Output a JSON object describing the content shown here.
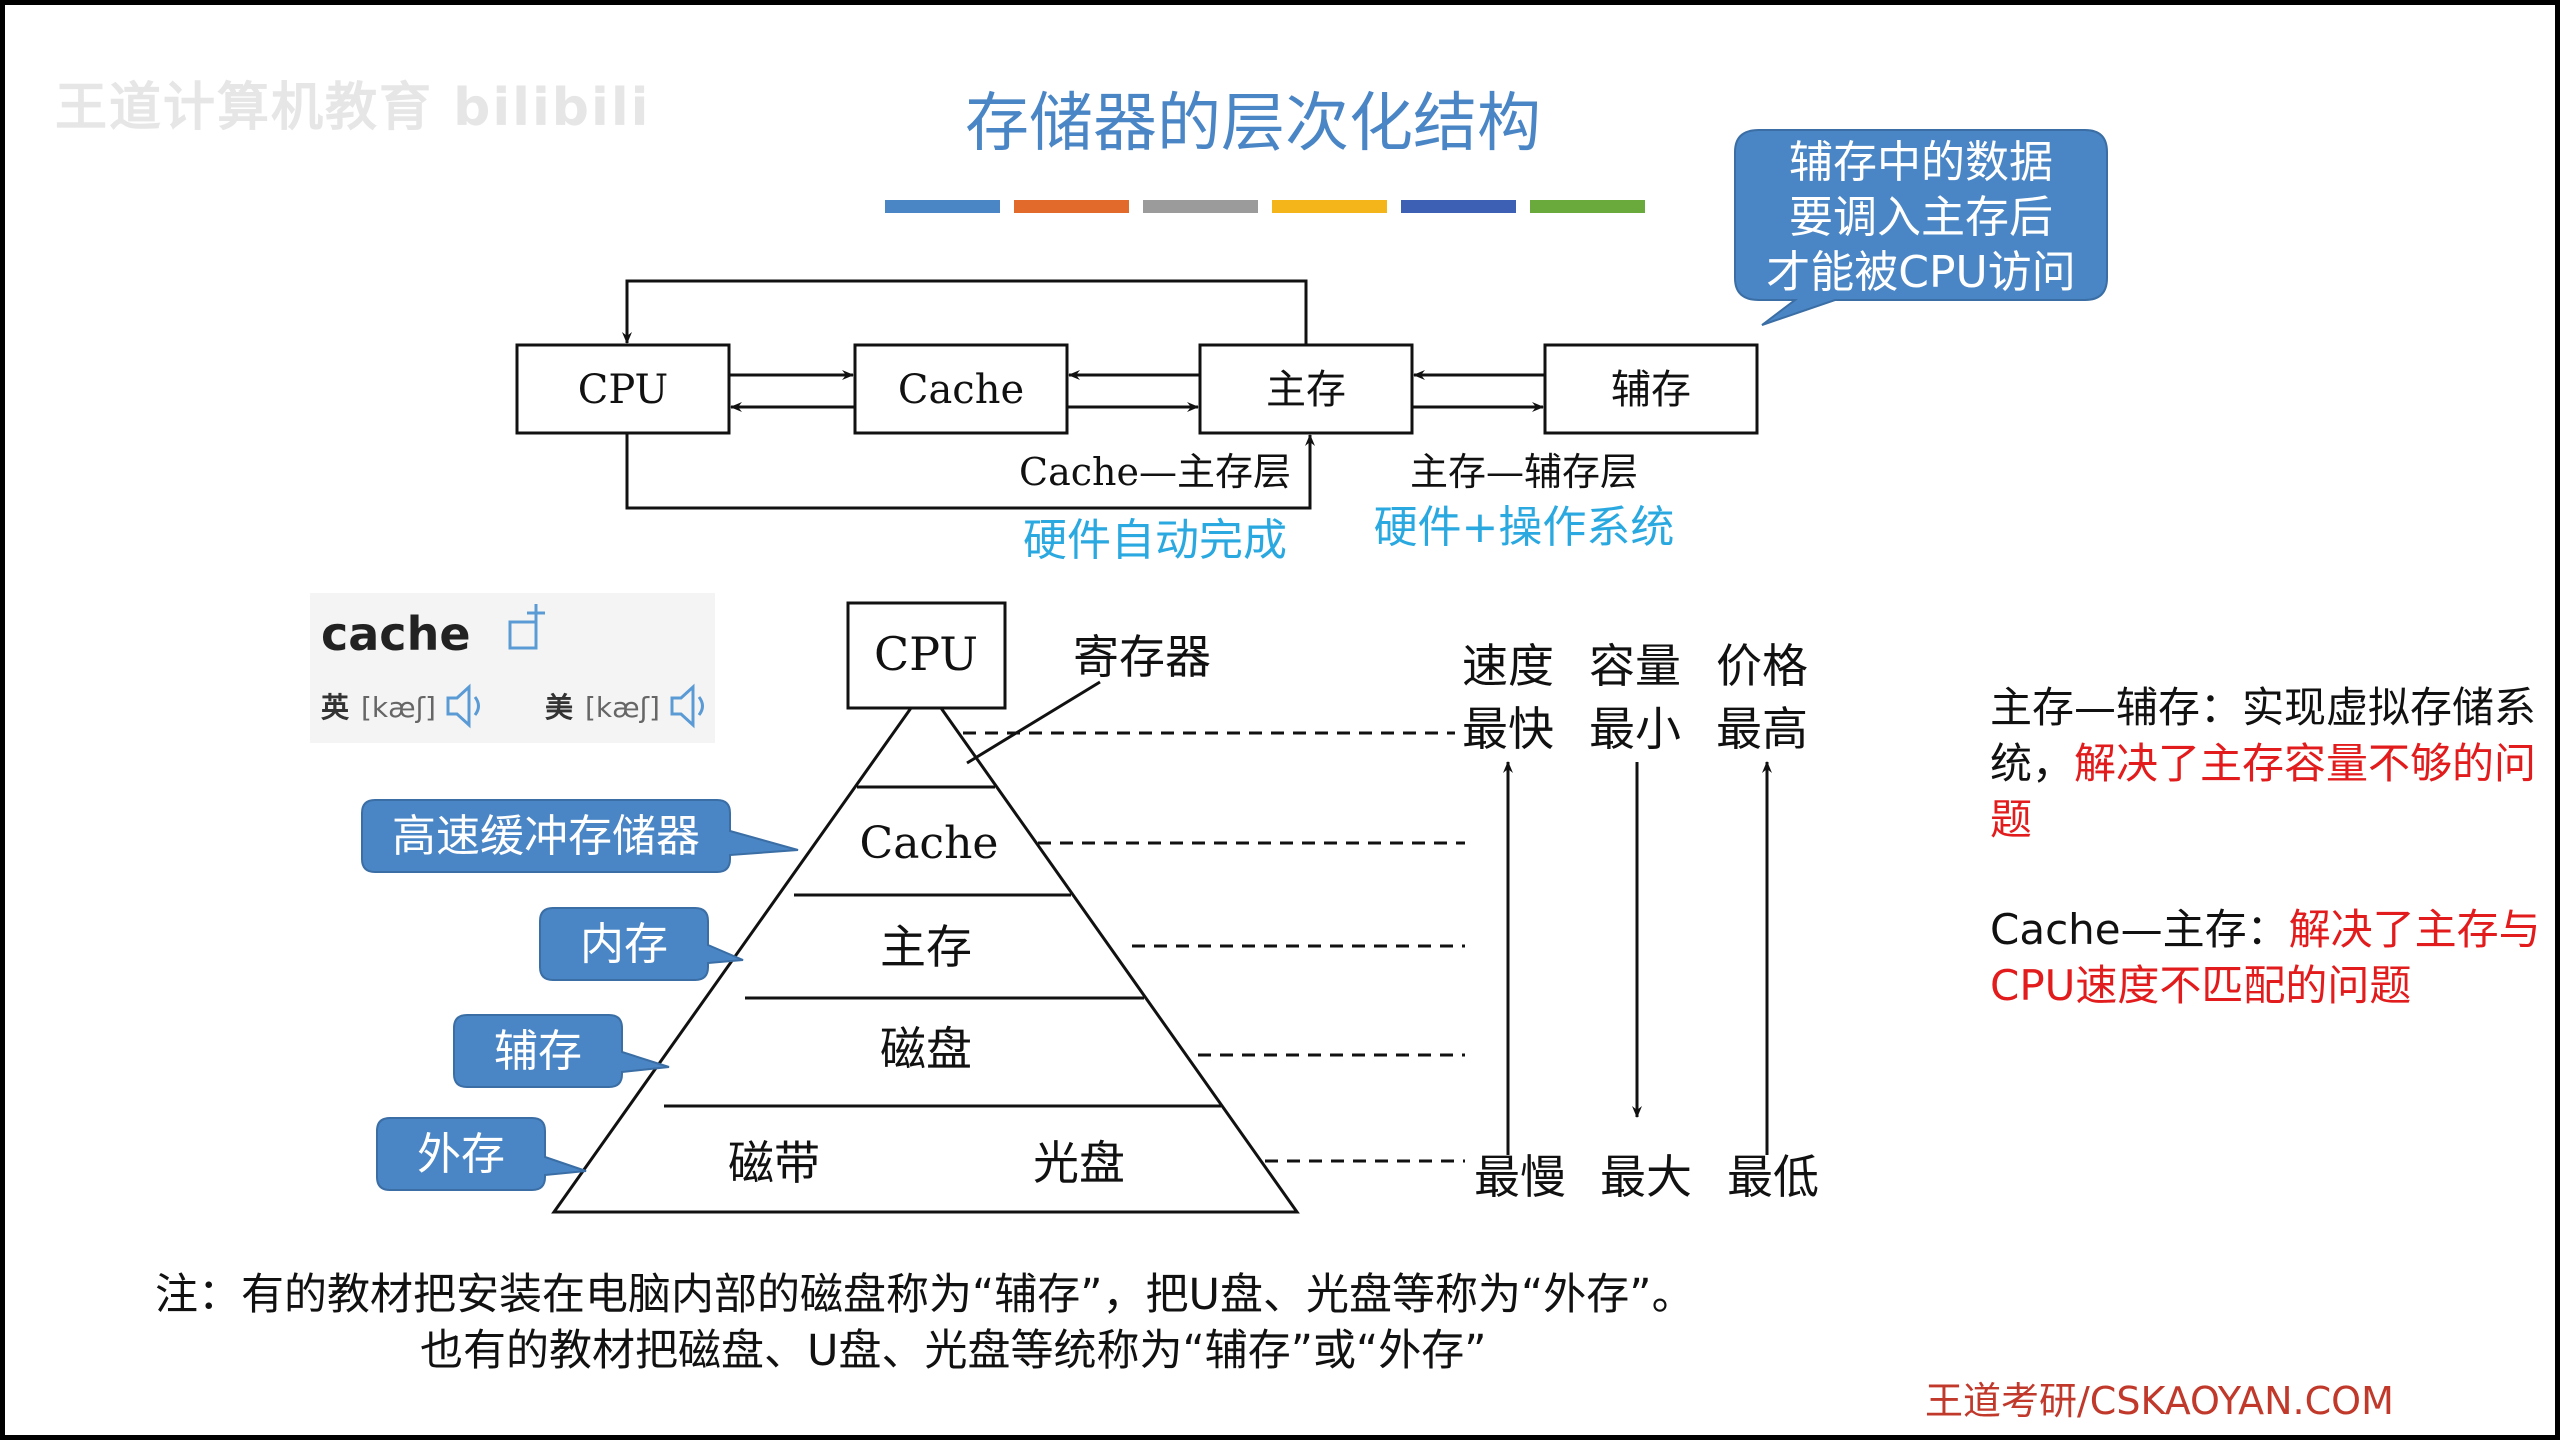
{
  "watermark": "王道计算机教育 bilibili",
  "title": "存储器的层次化结构",
  "title_color": "#4a86c5",
  "divider_colors": [
    "#4a86c5",
    "#e26b2c",
    "#9b9b9b",
    "#f3b519",
    "#3d5fb4",
    "#6aaa3c"
  ],
  "flow": {
    "boxes": [
      "CPU",
      "Cache",
      "主存",
      "辅存"
    ],
    "cache_main_label": "Cache—主存层",
    "main_aux_label": "主存—辅存层",
    "cache_main_note": "硬件自动完成",
    "main_aux_note": "硬件+操作系统",
    "note_color": "#2aa8e0"
  },
  "top_callout": [
    "辅存中的数据",
    "要调入主存后",
    "才能被CPU访问"
  ],
  "dictionary": {
    "word": "cache",
    "uk_label": "英",
    "uk_phonetic": "[kæʃ]",
    "us_label": "美",
    "us_phonetic": "[kæʃ]"
  },
  "pyramid": {
    "apex": "CPU",
    "register": "寄存器",
    "levels": [
      "Cache",
      "主存",
      "磁盘"
    ],
    "bottom_left": "磁带",
    "bottom_right": "光盘"
  },
  "callouts": [
    "高速缓冲存储器",
    "内存",
    "辅存",
    "外存"
  ],
  "callout_color": "#4a86c5",
  "metrics": {
    "headers": [
      "速度",
      "容量",
      "价格"
    ],
    "top": [
      "最快",
      "最小",
      "最高"
    ],
    "bottom": [
      "最慢",
      "最大",
      "最低"
    ]
  },
  "right_notes": {
    "note1_black": "主存—辅存：实现虚拟存储系统，",
    "note1_red": "解决了主存容量不够的问题",
    "note2_black": "Cache—主存：",
    "note2_red": "解决了主存与CPU速度不匹配的问题"
  },
  "footnote": {
    "line1": "注：有的教材把安装在电脑内部的磁盘称为“辅存”，把U盘、光盘等称为“外存”。",
    "line2": "也有的教材把磁盘、U盘、光盘等统称为“辅存”或“外存”"
  },
  "brand": "王道考研/CSKAOYAN.COM"
}
